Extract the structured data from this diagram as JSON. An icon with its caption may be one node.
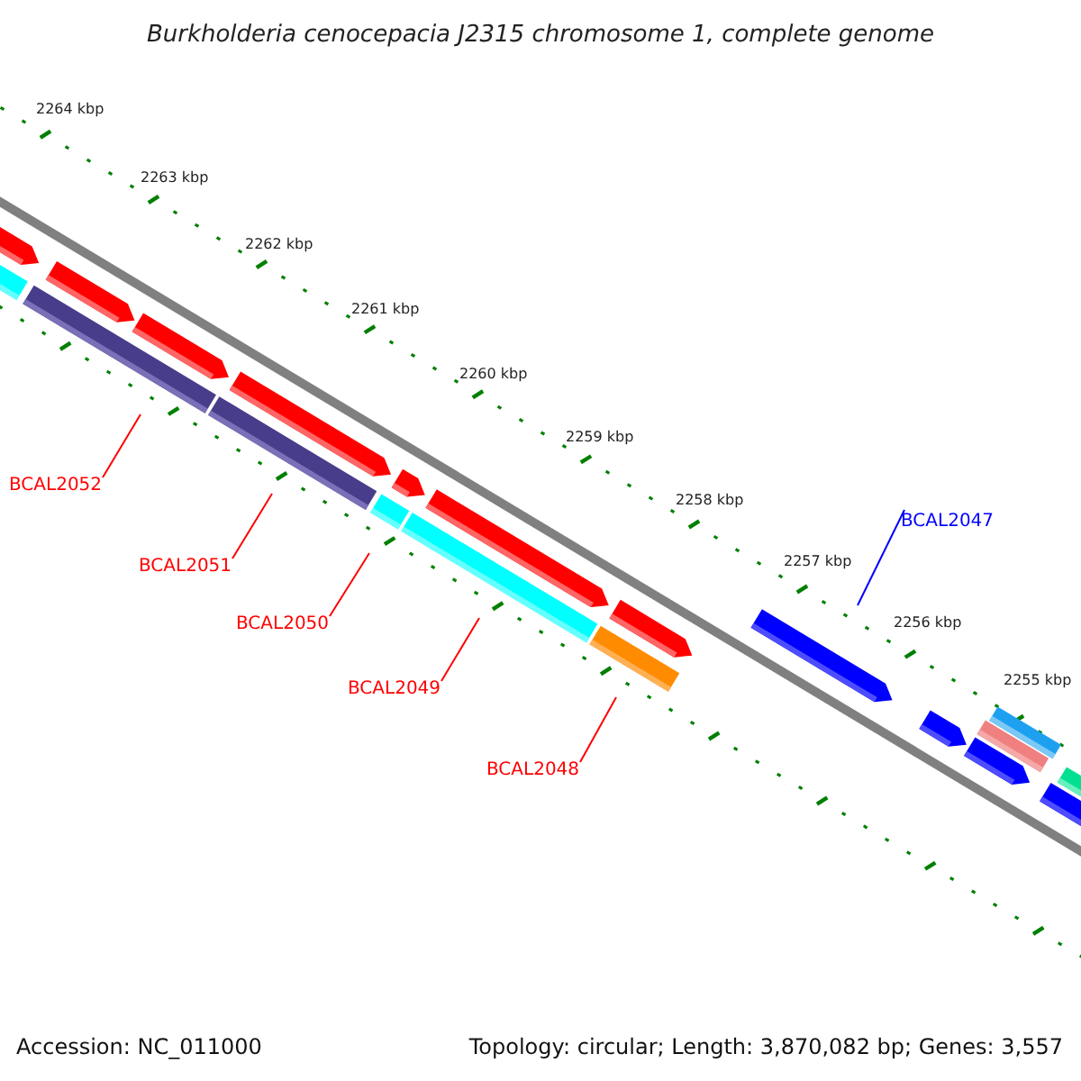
{
  "diagram": {
    "title": "Burkholderia cenocepacia J2315 chromosome 1, complete genome",
    "nodes": [
      {
        "text": [
          "BCAL2052"
        ]
      },
      {
        "text": [
          "BCAL2051"
        ]
      },
      {
        "text": [
          "BCAL2050"
        ]
      },
      {
        "text": [
          "BCAL2049"
        ]
      },
      {
        "text": [
          "BCAL2048"
        ]
      },
      {
        "text": [
          "BCAL2047"
        ]
      }
    ],
    "edges": [
      {
        "from": 0,
        "to": null,
        "arrow": "none"
      },
      {
        "from": 1,
        "to": null,
        "arrow": "none"
      },
      {
        "from": 2,
        "to": null,
        "arrow": "none"
      },
      {
        "from": 3,
        "to": null,
        "arrow": "none"
      },
      {
        "from": 4,
        "to": null,
        "arrow": "none"
      },
      {
        "from": 5,
        "to": null,
        "arrow": "none",
        "color": "#0000ff"
      }
    ],
    "labels": [
      "2264 kbp",
      "2263 kbp",
      "2262 kbp",
      "2261 kbp",
      "2260 kbp",
      "2259 kbp",
      "2258 kbp",
      "2257 kbp",
      "2256 kbp",
      "2255 kbp",
      "Accession: NC_011000",
      "Topology: circular; Length: 3,870,082 bp; Genes: 3,557"
    ]
  }
}
